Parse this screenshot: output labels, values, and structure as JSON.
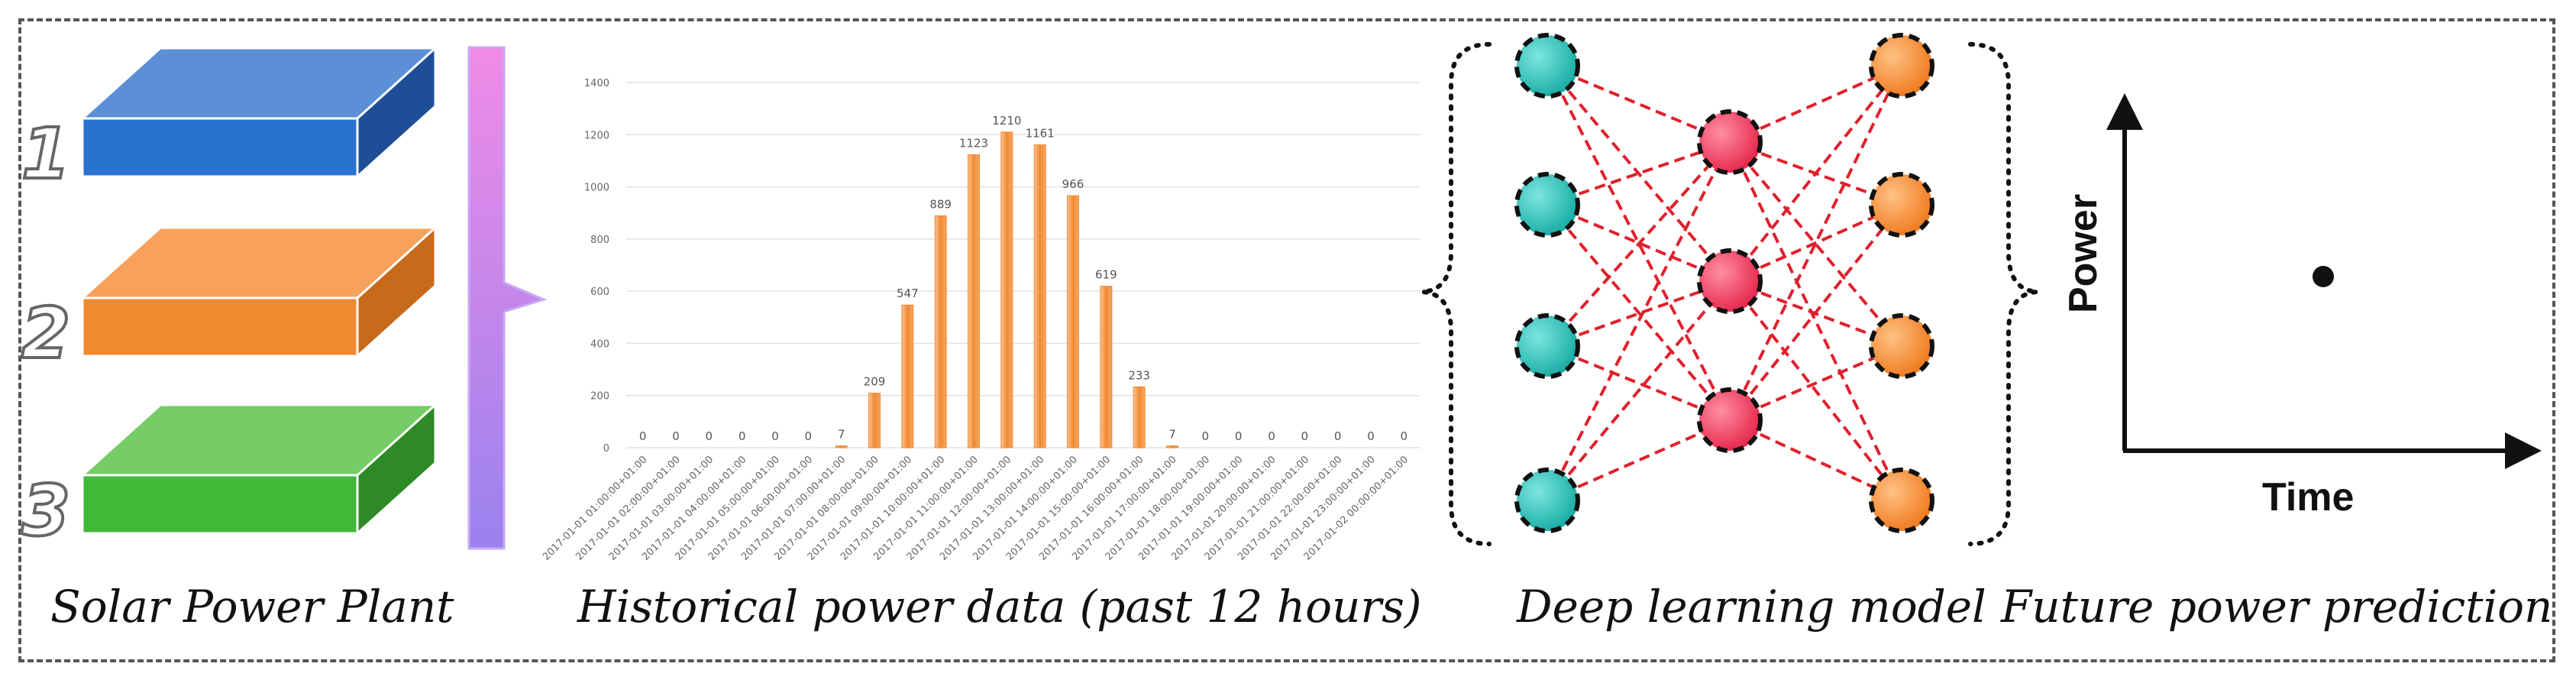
{
  "captions": {
    "plant": "Solar Power Plant",
    "history": "Historical power data (past 12 hours)",
    "model": "Deep learning model",
    "prediction": "Future power prediction"
  },
  "plants": [
    {
      "number": "1",
      "top_color": "#5b90d6",
      "front_color": "#2a72d0",
      "side_color": "#1e4f96"
    },
    {
      "number": "2",
      "top_color": "#f7a15c",
      "front_color": "#f08a30",
      "side_color": "#c86a1c"
    },
    {
      "number": "3",
      "top_color": "#76cc66",
      "front_color": "#40b838",
      "side_color": "#2d8a26"
    }
  ],
  "colors": {
    "bar": "#f08a30",
    "gradient_top": "#f08be6",
    "gradient_bottom": "#9a82ef",
    "input_node": "#1ab8b0",
    "hidden_node": "#ee2f52",
    "output_node": "#f07a1c",
    "edge": "#e0202c"
  },
  "chart_data": {
    "type": "bar",
    "categories": [
      "2017-01-01 01:00:00+01:00",
      "2017-01-01 02:00:00+01:00",
      "2017-01-01 03:00:00+01:00",
      "2017-01-01 04:00:00+01:00",
      "2017-01-01 05:00:00+01:00",
      "2017-01-01 06:00:00+01:00",
      "2017-01-01 07:00:00+01:00",
      "2017-01-01 08:00:00+01:00",
      "2017-01-01 09:00:00+01:00",
      "2017-01-01 10:00:00+01:00",
      "2017-01-01 11:00:00+01:00",
      "2017-01-01 12:00:00+01:00",
      "2017-01-01 13:00:00+01:00",
      "2017-01-01 14:00:00+01:00",
      "2017-01-01 15:00:00+01:00",
      "2017-01-01 16:00:00+01:00",
      "2017-01-01 17:00:00+01:00",
      "2017-01-01 18:00:00+01:00",
      "2017-01-01 19:00:00+01:00",
      "2017-01-01 20:00:00+01:00",
      "2017-01-01 21:00:00+01:00",
      "2017-01-01 22:00:00+01:00",
      "2017-01-01 23:00:00+01:00",
      "2017-01-02 00:00:00+01:00"
    ],
    "values": [
      0,
      0,
      0,
      0,
      0,
      0,
      7,
      209,
      547,
      889,
      1123,
      1210,
      1161,
      966,
      619,
      233,
      7,
      0,
      0,
      0,
      0,
      0,
      0,
      0
    ],
    "yticks": [
      "0",
      "200",
      "400",
      "600",
      "800",
      "1000",
      "1200",
      "1400"
    ],
    "ylim": [
      0,
      1400
    ],
    "grid": true
  },
  "network": {
    "layers": [
      4,
      3,
      4
    ]
  },
  "prediction": {
    "ylabel": "Power",
    "xlabel": "Time",
    "point": "single predicted value"
  }
}
